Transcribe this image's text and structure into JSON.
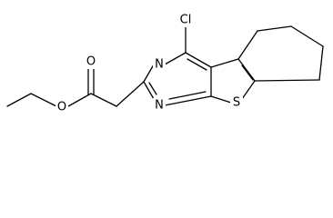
{
  "molecule": {
    "atoms": {
      "cl": "Cl",
      "n_upper": "N",
      "n_lower": "N",
      "s": "S",
      "o_carbonyl": "O",
      "o_ester": "O"
    },
    "colors": {
      "bond": "#000000",
      "label": "#000000",
      "background": "#ffffff"
    }
  }
}
